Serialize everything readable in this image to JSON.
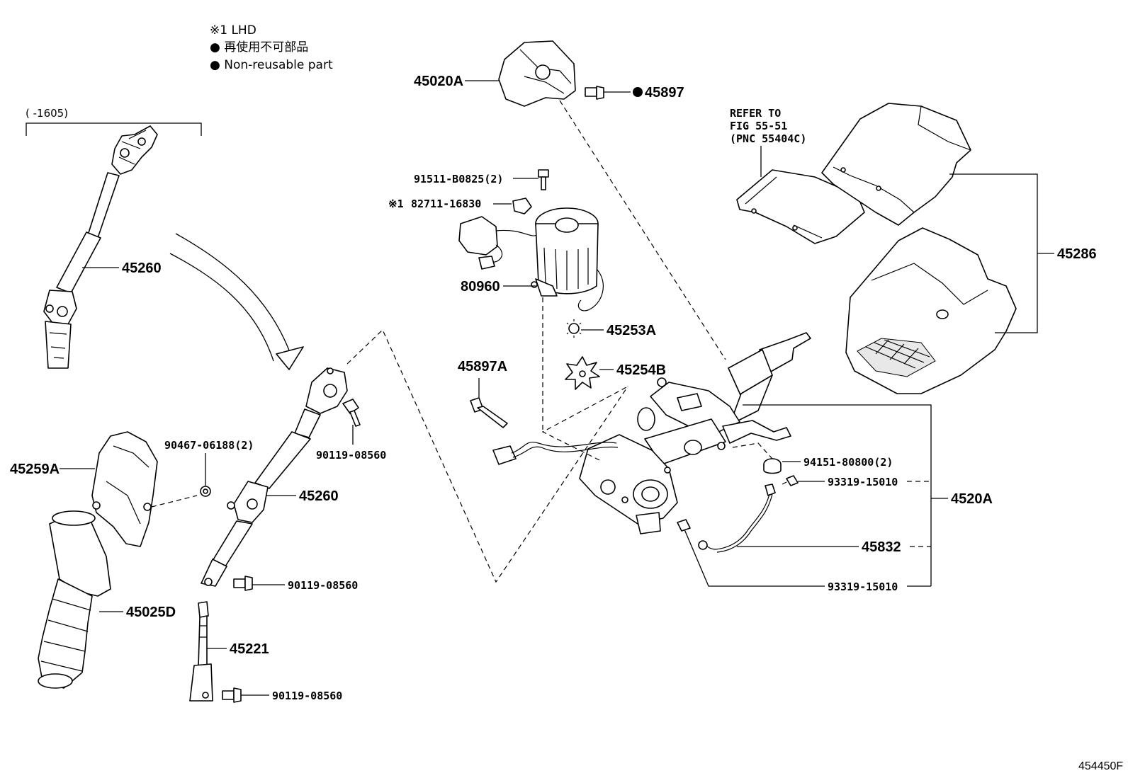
{
  "notes": {
    "lhd": "※1 LHD",
    "non_reusable_jp": "● 再使用不可部品",
    "non_reusable_en": "● Non-reusable part"
  },
  "date_range": "(      -1605)",
  "refer": {
    "line1": "REFER TO",
    "line2": "FIG 55-51",
    "line3": "(PNC 55404C)"
  },
  "parts": {
    "p45020A": "45020A",
    "p45897": "45897",
    "p45897_mark": "●",
    "p91511": "91511-B0825(2)",
    "p82711": "82711-16830",
    "p82711_mark": "※1",
    "p80960": "80960",
    "p45253A": "45253A",
    "p45254B": "45254B",
    "p45897A": "45897A",
    "p45260_top": "45260",
    "p45260": "45260",
    "p90467": "90467-06188(2)",
    "p90119_a": "90119-08560",
    "p90119_b": "90119-08560",
    "p90119_c": "90119-08560",
    "p45259A": "45259A",
    "p45025D": "45025D",
    "p45221": "45221",
    "p45286": "45286",
    "p94151": "94151-80800(2)",
    "p93319_a": "93319-15010",
    "p4520A": "4520A",
    "p45832": "45832",
    "p93319_b": "93319-15010"
  },
  "figure_id": "454450F"
}
